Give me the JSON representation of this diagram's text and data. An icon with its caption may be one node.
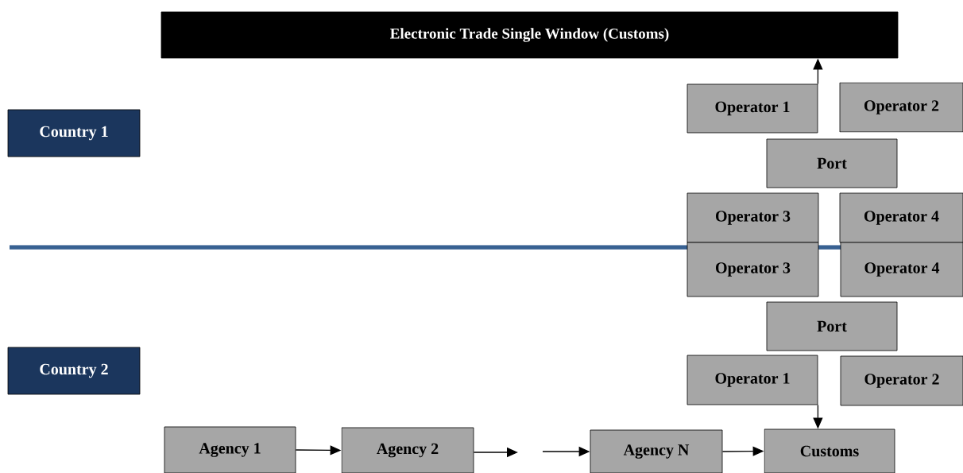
{
  "diagram": {
    "nodes": [
      {
        "text": [
          "Electronic Trade Single Window (Customs)"
        ]
      },
      {
        "text": [
          "Country 1"
        ]
      },
      {
        "text": [
          "Operator 1"
        ]
      },
      {
        "text": [
          "Operator 2"
        ]
      },
      {
        "text": [
          "Port"
        ]
      },
      {
        "text": [
          "Operator 3"
        ]
      },
      {
        "text": [
          "Operator 4"
        ]
      },
      {
        "text": [
          "Operator 3"
        ]
      },
      {
        "text": [
          "Operator 4"
        ]
      },
      {
        "text": [
          "Port"
        ]
      },
      {
        "text": [
          "Country 2"
        ]
      },
      {
        "text": [
          "Operator 1"
        ]
      },
      {
        "text": [
          "Operator 2"
        ]
      },
      {
        "text": [
          "Agency 1"
        ]
      },
      {
        "text": [
          "Agency 2"
        ]
      },
      {
        "text": [
          "Agency N"
        ]
      },
      {
        "text": [
          "Customs"
        ]
      }
    ],
    "edges": [
      {
        "from": 2,
        "to": 0,
        "arrow": "to"
      },
      {
        "from": 11,
        "to": 16,
        "arrow": "to"
      },
      {
        "from": 13,
        "to": 14,
        "arrow": "to"
      },
      {
        "from": 14,
        "to": null,
        "arrow": "to"
      },
      {
        "from": null,
        "to": 15,
        "arrow": "to"
      },
      {
        "from": 15,
        "to": 16,
        "arrow": "to"
      }
    ]
  }
}
